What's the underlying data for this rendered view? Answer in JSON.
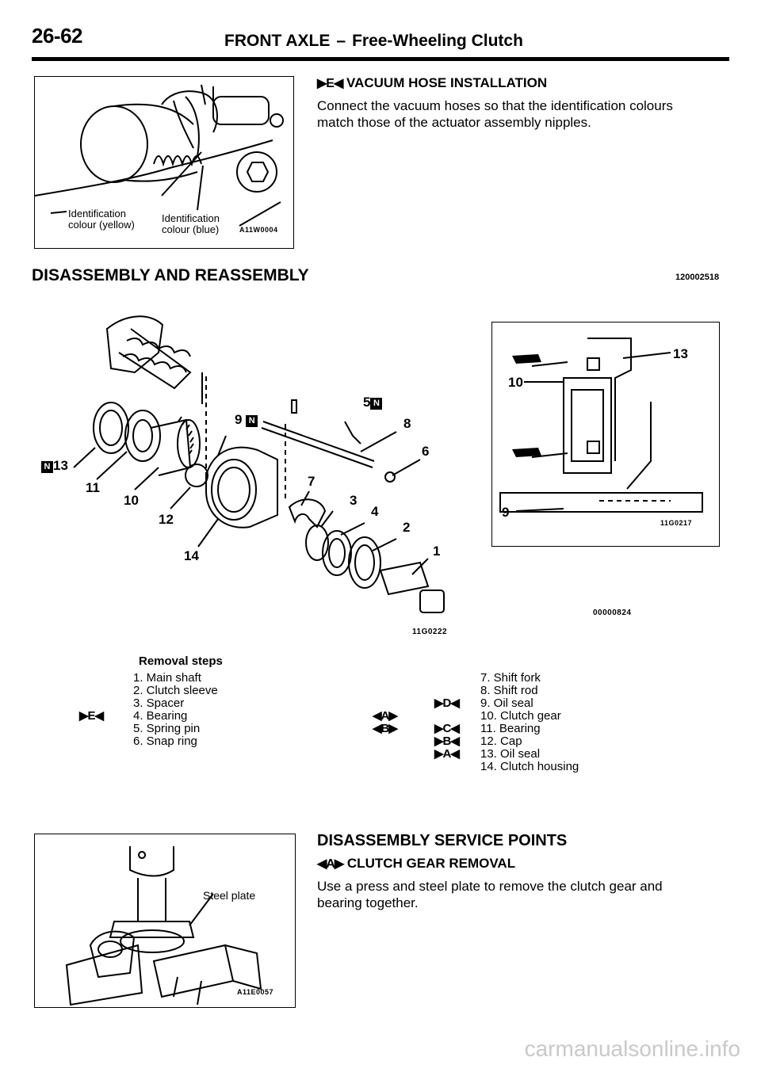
{
  "header": {
    "page_number": "26-62",
    "section": "FRONT AXLE",
    "separator": "–",
    "subsection": "Free-Wheeling Clutch"
  },
  "fig_vacuum": {
    "label_yellow_1": "Identification",
    "label_yellow_2": "colour (yellow)",
    "label_blue_1": "Identification",
    "label_blue_2": "colour (blue)",
    "code": "A11W0004"
  },
  "vacuum_section": {
    "mark": "▶E◀",
    "title": "VACUUM HOSE INSTALLATION",
    "body_line1": "Connect the vacuum hoses so that the identification colours",
    "body_line2": "match those of the actuator assembly nipples."
  },
  "disassembly": {
    "title": "DISASSEMBLY AND REASSEMBLY",
    "doc_code": "120002518"
  },
  "exploded_view": {
    "code": "11G0222",
    "callouts": {
      "c13": "13",
      "c11": "11",
      "c10": "10",
      "c12": "12",
      "c14": "14",
      "c9": "9",
      "c5": "5",
      "c8": "8",
      "c6": "6",
      "c7": "7",
      "c3": "3",
      "c4": "4",
      "c2": "2",
      "c1": "1",
      "n": "N"
    }
  },
  "detail_view": {
    "code": "11G0217",
    "outer_code": "00000824",
    "callouts": {
      "c13": "13",
      "c10": "10",
      "c9": "9"
    }
  },
  "removal": {
    "title": "Removal steps",
    "left": [
      {
        "mark": "",
        "text": "1. Main shaft"
      },
      {
        "mark": "",
        "text": "2. Clutch sleeve"
      },
      {
        "mark": "",
        "text": "3. Spacer"
      },
      {
        "mark": "▶E◀",
        "text": "4. Bearing"
      },
      {
        "mark": "",
        "text": "5. Spring pin"
      },
      {
        "mark": "",
        "text": "6. Snap ring"
      }
    ],
    "right": [
      {
        "mark1": "",
        "mark2": "",
        "text": "7. Shift fork"
      },
      {
        "mark1": "",
        "mark2": "",
        "text": "8. Shift rod"
      },
      {
        "mark1": "",
        "mark2": "▶D◀",
        "text": "9. Oil seal"
      },
      {
        "mark1": "◀A▶",
        "mark2": "",
        "text": "10. Clutch gear"
      },
      {
        "mark1": "◀B▶",
        "mark2": "▶C◀",
        "text": "11. Bearing"
      },
      {
        "mark1": "",
        "mark2": "▶B◀",
        "text": "12. Cap"
      },
      {
        "mark1": "",
        "mark2": "▶A◀",
        "text": "13. Oil seal"
      },
      {
        "mark1": "",
        "mark2": "",
        "text": "14. Clutch housing"
      }
    ]
  },
  "fig_press": {
    "label": "Steel plate",
    "code": "A11E0057"
  },
  "service": {
    "title": "DISASSEMBLY SERVICE POINTS",
    "mark": "◀A▶",
    "subtitle": "CLUTCH GEAR REMOVAL",
    "body_line1": "Use a press and steel plate to remove the clutch gear and",
    "body_line2": "bearing together."
  },
  "watermark": "carmanualsonline.info"
}
